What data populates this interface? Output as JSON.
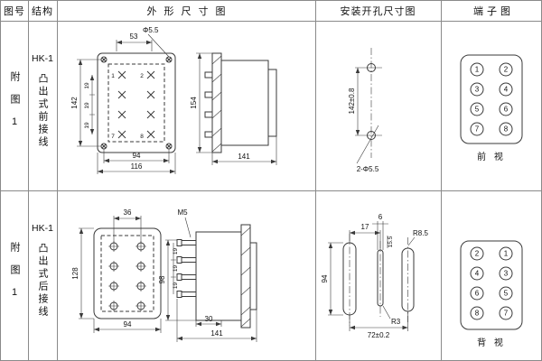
{
  "header": {
    "figure_col": "图号",
    "structure_col": "结构",
    "outline_col": "外形尺寸图",
    "mounting_col": "安装开孔尺寸图",
    "terminal_col": "端子图"
  },
  "row1": {
    "figure": "附图1",
    "model": "HK-1",
    "wiring": "凸出式前接线",
    "outline": {
      "dim_top_width": "53",
      "dim_hole": "Φ5.5",
      "dim_height": "142",
      "dim_pitch": "19",
      "dim_inner_width": "94",
      "dim_total_width": "116",
      "dim_side_height": "154",
      "dim_side_depth": "141",
      "terminals": {
        "t1": "1",
        "t2": "2",
        "t7": "7",
        "t8": "8"
      }
    },
    "mounting": {
      "dim_span": "142±0.8",
      "holes_label": "2-Φ5.5"
    },
    "terminal": {
      "left": [
        "1",
        "3",
        "5",
        "7"
      ],
      "right": [
        "2",
        "4",
        "6",
        "8"
      ],
      "caption": "前 视"
    }
  },
  "row2": {
    "figure": "附图1",
    "model": "HK-1",
    "wiring": "凸出式后接线",
    "outline": {
      "dim_top_width": "36",
      "dim_height": "128",
      "dim_width": "94",
      "screw_label": "M5",
      "dim_stud_span": "98",
      "dim_pitch": "19",
      "dim_offset": "30",
      "dim_side_depth": "141"
    },
    "mounting": {
      "dim_17": "17",
      "dim_6": "6",
      "dim_155": "15.5",
      "dim_94": "94",
      "radius_big": "R8.5",
      "radius_small": "R3",
      "dim_span": "72±0.2"
    },
    "terminal": {
      "left": [
        "2",
        "4",
        "6",
        "8"
      ],
      "right": [
        "1",
        "3",
        "5",
        "7"
      ],
      "caption": "背 视"
    }
  }
}
